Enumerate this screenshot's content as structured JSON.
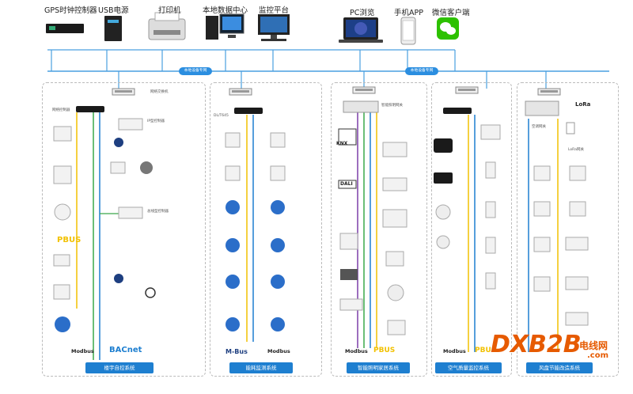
{
  "top_devices": [
    {
      "label": "GPS时钟控制器",
      "icon": "gps-clock-icon"
    },
    {
      "label": "USB电源",
      "icon": "ups-icon"
    },
    {
      "label": "打印机",
      "icon": "printer-icon"
    },
    {
      "label": "本地数据中心",
      "icon": "server-icon"
    },
    {
      "label": "监控平台",
      "icon": "monitor-icon"
    },
    {
      "label": "PC浏览",
      "icon": "laptop-icon"
    },
    {
      "label": "手机APP",
      "icon": "phone-icon"
    },
    {
      "label": "微信客户端",
      "icon": "wechat-icon"
    }
  ],
  "networks": {
    "left": "本地设备专网",
    "right": "本地设备专网"
  },
  "panels": [
    {
      "title": "楼宇自控系统",
      "protocols": [
        "Modbus",
        "BACnet"
      ],
      "bus": "PBUS"
    },
    {
      "title": "能耗监测系统",
      "protocols": [
        "M-Bus",
        "Modbus"
      ]
    },
    {
      "title": "智能照明家居系统",
      "protocols": [
        "Modbus",
        "PBUS"
      ]
    },
    {
      "title": "空气质量监控系统",
      "protocols": [
        "Modbus",
        "PBUS"
      ]
    },
    {
      "title": "风盘节能改造系统",
      "protocols": []
    }
  ],
  "labels": {
    "switch": "网络交换机",
    "gateway": "网络控制器",
    "ip_controller": "IP型控制器",
    "bus_controller": "总线型控制器",
    "dl_t645": "DL/T645",
    "smart_gateway": "智能照明网关",
    "knx": "KNX",
    "dali": "DALI",
    "lora": "LoRa",
    "lora_gateway": "LoRa网关",
    "ac_gateway": "空调网关"
  },
  "colors": {
    "bus_blue": "#1e7fd0",
    "line_blue": "#4a9fe0",
    "yellow": "#f2c100",
    "green": "#3aa84a",
    "purple": "#7b3fa8",
    "dark": "#222222"
  },
  "watermark": {
    "main": "DXB2B",
    "cn": "电线网",
    "url": ".com"
  }
}
